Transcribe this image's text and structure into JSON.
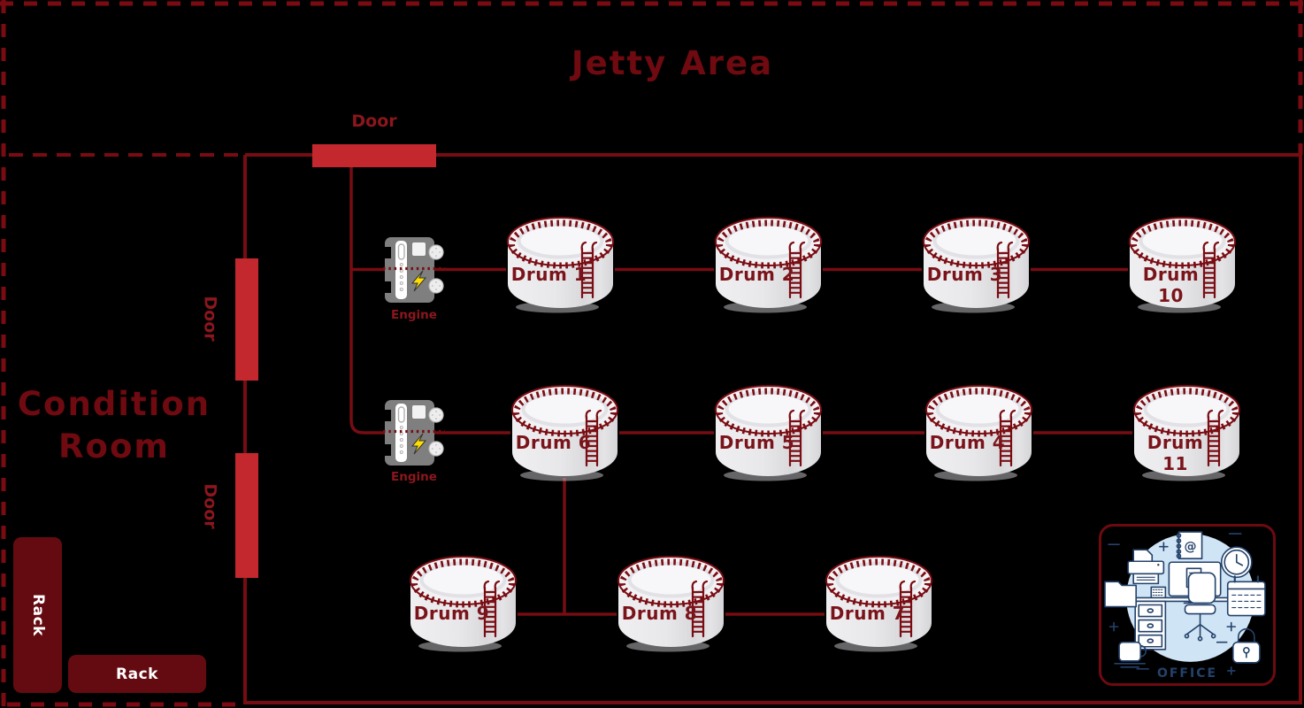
{
  "scene": {
    "title": "Jetty Area"
  },
  "condition_room": {
    "line1": "Condition",
    "line2": "Room"
  },
  "doors": {
    "top": "Door",
    "left_upper": "Door",
    "left_lower": "Door"
  },
  "racks": {
    "vertical": "Rack",
    "horizontal": "Rack"
  },
  "engines": [
    {
      "label": "Engine"
    },
    {
      "label": "Engine"
    }
  ],
  "drums": [
    {
      "id": "drum-1",
      "label": "Drum 1"
    },
    {
      "id": "drum-2",
      "label": "Drum 2"
    },
    {
      "id": "drum-3",
      "label": "Drum 3"
    },
    {
      "id": "drum-10",
      "label": "Drum 10"
    },
    {
      "id": "drum-6",
      "label": "Drum 6"
    },
    {
      "id": "drum-5",
      "label": "Drum 5"
    },
    {
      "id": "drum-4",
      "label": "Drum 4"
    },
    {
      "id": "drum-11",
      "label": "Drum 11"
    },
    {
      "id": "drum-9",
      "label": "Drum 9"
    },
    {
      "id": "drum-8",
      "label": "Drum 8"
    },
    {
      "id": "drum-7",
      "label": "Drum 7"
    }
  ],
  "office": {
    "label": "OFFICE",
    "at_symbol": "@"
  },
  "colors": {
    "background": "#000000",
    "wall_line": "#760d13",
    "boundary_dash": "#7a0b12",
    "door_fill": "#c3282f",
    "rack_fill": "#640b11",
    "heading_text": "#6f0a11",
    "label_text": "#8c161d",
    "drum_text": "#7a141a",
    "drum_rim": "#7a0d13",
    "engine_body": "#7f7f7f",
    "bolt_yellow": "#ffdf00",
    "office_navy": "#24426b",
    "office_circle": "#cfe4f5"
  }
}
